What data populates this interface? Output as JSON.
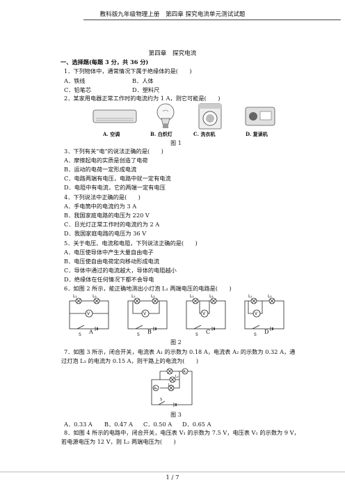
{
  "header": {
    "title": "教科版九年级物理上册　第四章  探究电流单元测试试题"
  },
  "chapter_title": "第四章　探究电流",
  "section1": {
    "heading": "一、选择题(每题 3 分，共 36 分)"
  },
  "questions": {
    "q1": {
      "stem": "1．下列物体中，通常情况下属于绝缘体的是(　　)",
      "a": "A．铁线",
      "b": "B．人体",
      "c": "C．铅笔芯",
      "d": "D．塑料尺"
    },
    "q2": {
      "stem": "2．某家用电器正常工作时的电流约为 1 A，则它可能是(　　)",
      "captions": [
        "A. 空调",
        "B. 白炽灯",
        "C. 洗衣机",
        "D. 复读机"
      ],
      "figure": "图 1"
    },
    "q3": {
      "stem": "3．下列有关“电”的说法正确的是(　　)",
      "a": "A．摩擦起电的实质是创造了电荷",
      "b": "B．运动的电荷一定形成电流",
      "c": "C．电路两端有电压，电路中就一定有电流",
      "d": "D．电阻中有电流，它的两端一定有电压"
    },
    "q4": {
      "stem": "4．下列说法中正确的是(　　)",
      "a": "A．手电筒中的电流约为 3 A",
      "b": "B．我国家庭电路的电压为 220 V",
      "c": "C．日光灯正常工作时的电流约为 2 A",
      "d": "D．我国家庭电路的电压为 36 V"
    },
    "q5": {
      "stem": "5．关于电压、电流和电阻，下列说法正确的是(　　)",
      "a": "A．电压使导体中产生大量自由电子",
      "b": "B．电压使自由电荷定向移动形成电流",
      "c": "C．导体中通过的电流越大，导体的电阻越小",
      "d": "D．绝缘体在任何情况下都不会导电"
    },
    "q6": {
      "stem": "6．如图 2 所示，能正确地测出小灯泡 L₁ 两端电压的电路是(　　)",
      "labels": [
        "A",
        "B",
        "C",
        "D"
      ],
      "figure": "图 2"
    },
    "q7": {
      "stem_line1": "7．如图 3 所示，闭合开关，电流表 A₁ 的示数为 0.18 A，电流表 A₂ 的示数为 0.32 A，通",
      "stem_line2": "过灯泡 L₃ 的电流为 0.15 A，则干路上的电流为(　　)",
      "figure": "图 3",
      "a": "A．0.33 A",
      "b": "B．0.47 A",
      "c": "C．0.50 A",
      "d": "D．0.65 A"
    },
    "q8": {
      "stem_line1": "8．如图 4 所示的电路中，闭合开关，电压表 V₁ 的示数为 7.5 V，电压表 V₂ 的示数为 9 V，",
      "stem_line2": "若电源电压为 12 V，则 L₂ 两端电压为(　　)"
    }
  },
  "circuit_text": {
    "L1": "L₁",
    "L2": "L₂",
    "L3": "L₃",
    "V": "V",
    "A1": "A₁",
    "A2": "A₂",
    "A": "A",
    "S": "S"
  },
  "footer": {
    "page": "1 / 7"
  }
}
